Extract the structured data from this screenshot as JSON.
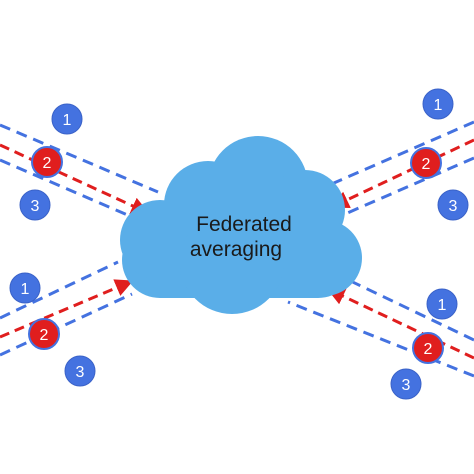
{
  "cloud": {
    "line1": "Federated",
    "line2": "averaging",
    "color": "#5aaee8"
  },
  "colors": {
    "blue": "#4472e0",
    "red": "#e01e1e",
    "blue_node_stroke": "#3a62c8",
    "red_node_stroke": "#b01010"
  },
  "clients": [
    {
      "name": "client-top-left",
      "label_1": "1",
      "label_2": "2",
      "label_3": "3"
    },
    {
      "name": "client-top-right",
      "label_1": "1",
      "label_2": "2",
      "label_3": "3"
    },
    {
      "name": "client-bottom-left",
      "label_1": "1",
      "label_2": "2",
      "label_3": "3"
    },
    {
      "name": "client-bottom-right",
      "label_1": "1",
      "label_2": "2",
      "label_3": "3"
    }
  ]
}
